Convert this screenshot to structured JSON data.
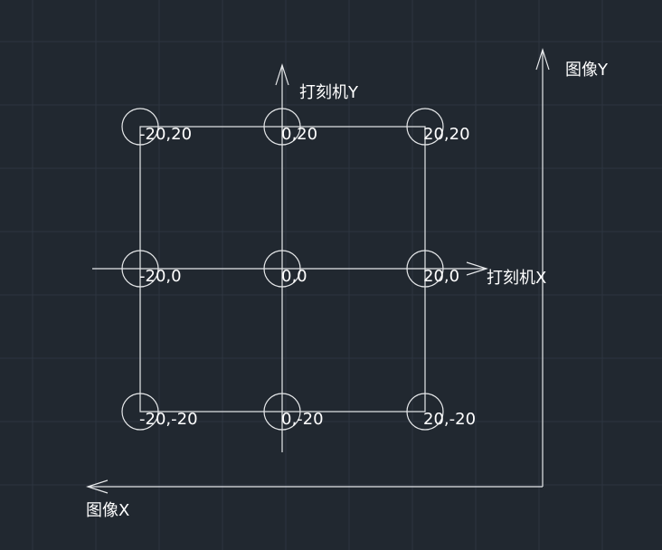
{
  "colors": {
    "background": "#212830",
    "grid": "#2d3540",
    "lines": "#e6e8ea",
    "text": "#ffffff"
  },
  "axes": {
    "engraver_x": "打刻机X",
    "engraver_y": "打刻机Y",
    "image_x": "图像X",
    "image_y": "图像Y"
  },
  "points": [
    {
      "label": "-20,20"
    },
    {
      "label": "0,20"
    },
    {
      "label": "20,20"
    },
    {
      "label": "-20,0"
    },
    {
      "label": "0,0"
    },
    {
      "label": "20,0"
    },
    {
      "label": "-20,-20"
    },
    {
      "label": "0,-20"
    },
    {
      "label": "20,-20"
    }
  ]
}
